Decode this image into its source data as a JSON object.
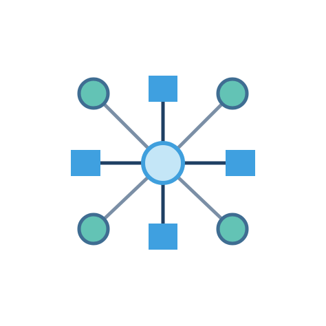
{
  "icon": {
    "name": "network-hub-icon",
    "colors": {
      "background": "#ffffff",
      "diagonal_link": "#7b8fa6",
      "straight_link": "#1f3f63",
      "hub_fill": "#c4e6f7",
      "hub_stroke": "#3f9fdd",
      "circle_node_fill": "#63c3b5",
      "circle_node_stroke": "#3f6d92",
      "square_node_fill": "#3fa0e0"
    },
    "node_count": 8,
    "circle_nodes": 4,
    "square_nodes": 4
  }
}
